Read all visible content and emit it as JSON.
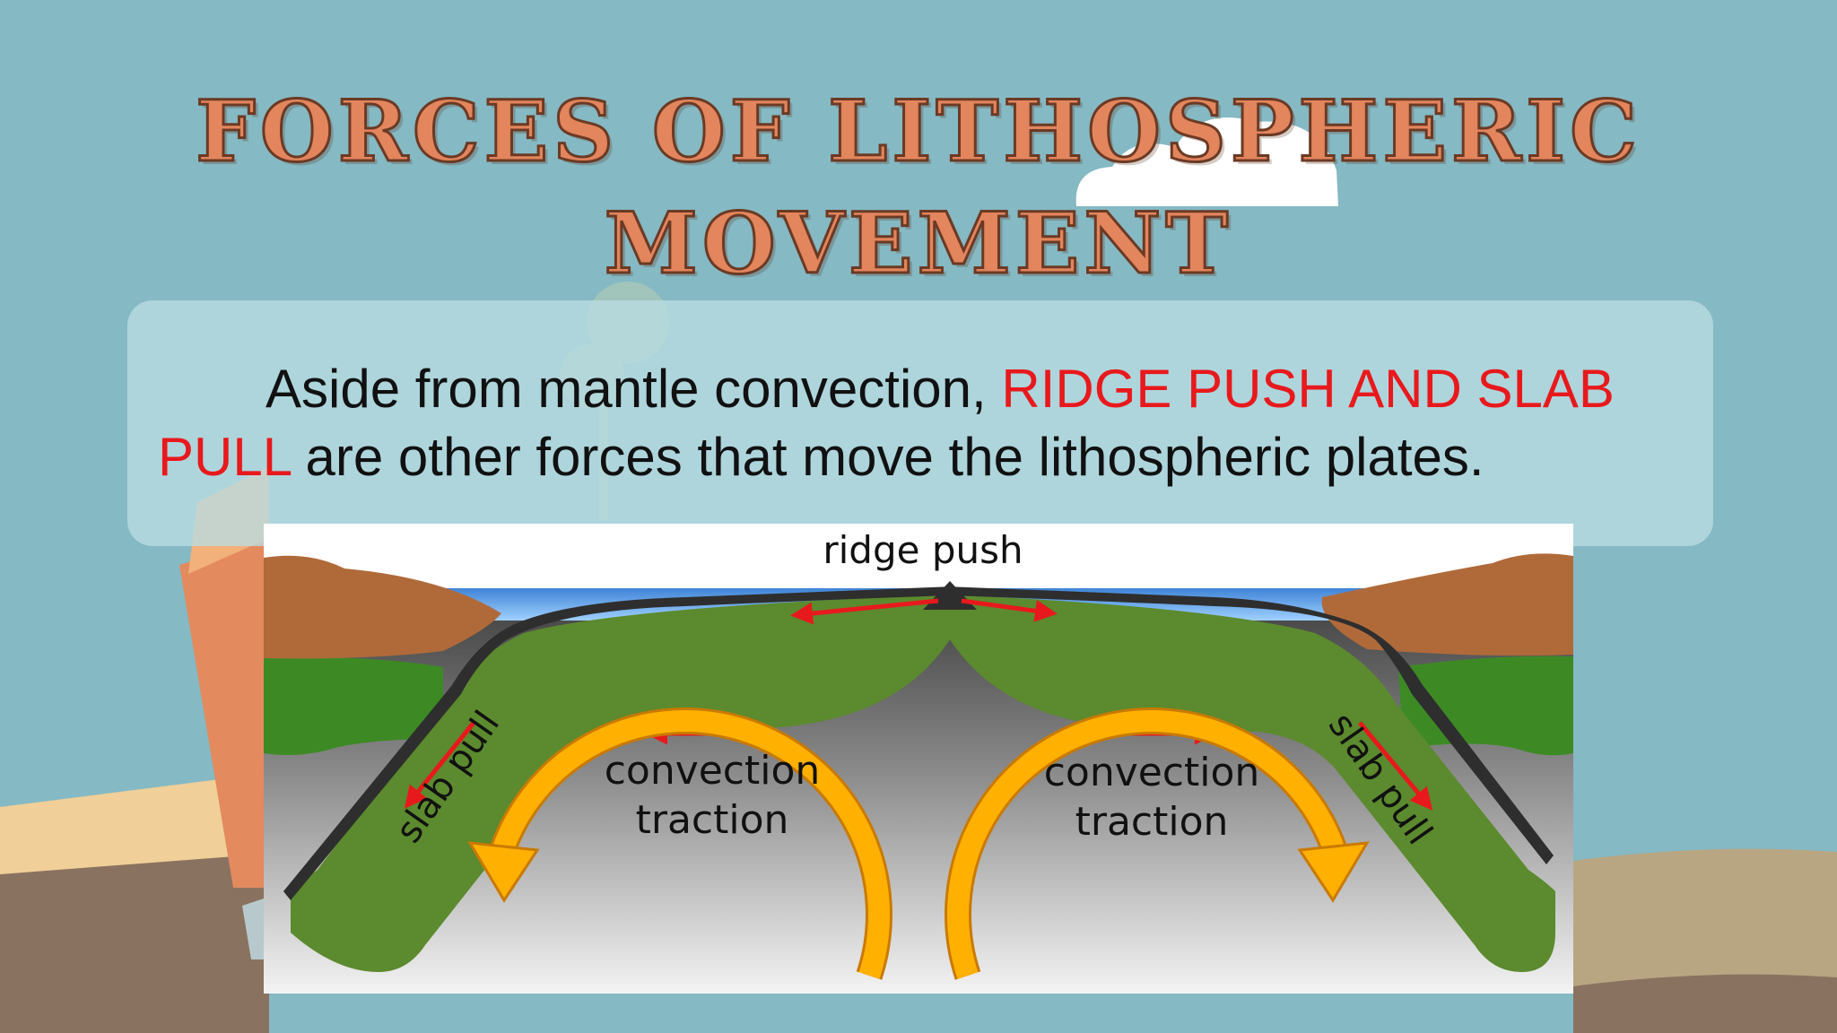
{
  "slide": {
    "title_line_1": "FORCES OF LITHOSPHERIC",
    "title_line_2": "MOVEMENT",
    "body": {
      "part_1": "Aside from mantle convection, ",
      "highlight": "RIDGE PUSH AND SLAB PULL",
      "part_2": " are other forces that move the lithospheric plates."
    },
    "colors": {
      "title": "#e3855d",
      "highlight": "#e8191c",
      "sky": "#85b9c4"
    }
  },
  "diagram": {
    "labels": {
      "ridge_push": "ridge push",
      "slab_pull_left": "slab pull",
      "slab_pull_right": "slab pull",
      "convection_left_1": "convection",
      "convection_left_2": "traction",
      "convection_right_1": "convection",
      "convection_right_2": "traction"
    },
    "colors": {
      "lithosphere": "#5c8a2e",
      "continent": "#b06a3a",
      "ocean": "#3f84d6",
      "force_arrow": "#e8191c",
      "convection_arrow": "#ffb000"
    }
  }
}
